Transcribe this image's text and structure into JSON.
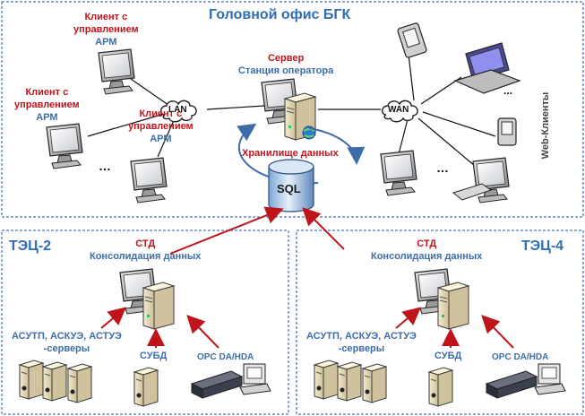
{
  "head_office": {
    "title": "Головной офис БГК"
  },
  "clients": [
    {
      "line1": "Клиент с",
      "line2": "управлением",
      "line3": "АРМ"
    },
    {
      "line1": "Клиент с",
      "line2": "управлением",
      "line3": "АРМ"
    },
    {
      "line1": "Клиент с",
      "line2": "управлением",
      "line3": "АРМ"
    }
  ],
  "server": {
    "line1": "Сервер",
    "line2": "Станция оператора"
  },
  "storage": {
    "label": "Хранилище данных",
    "db_label": "SQL"
  },
  "networks": {
    "lan": "LAN",
    "wan": "WAN"
  },
  "web_clients": "Web-Клиенты",
  "ellipsis": "…",
  "ellipsis_small": "...",
  "plants": [
    {
      "name": "ТЭЦ-2",
      "std": "СТД",
      "consolidation": "Консолидация данных",
      "servers_line1": "АСУТП, АСКУЭ, АСТУЭ",
      "servers_line2": "-серверы",
      "dbms": "СУБД",
      "opc": "OPC DA/HDA"
    },
    {
      "name": "ТЭЦ-4",
      "std": "СТД",
      "consolidation": "Консолидация данных",
      "servers_line1": "АСУТП, АСКУЭ, АСТУЭ",
      "servers_line2": "-серверы",
      "dbms": "СУБД",
      "opc": "OPC DA/HDA"
    }
  ],
  "colors": {
    "frame": "#4a78b8",
    "label_red": "#c0141b",
    "label_blue": "#3d6da8",
    "arrow": "#c0141b"
  }
}
